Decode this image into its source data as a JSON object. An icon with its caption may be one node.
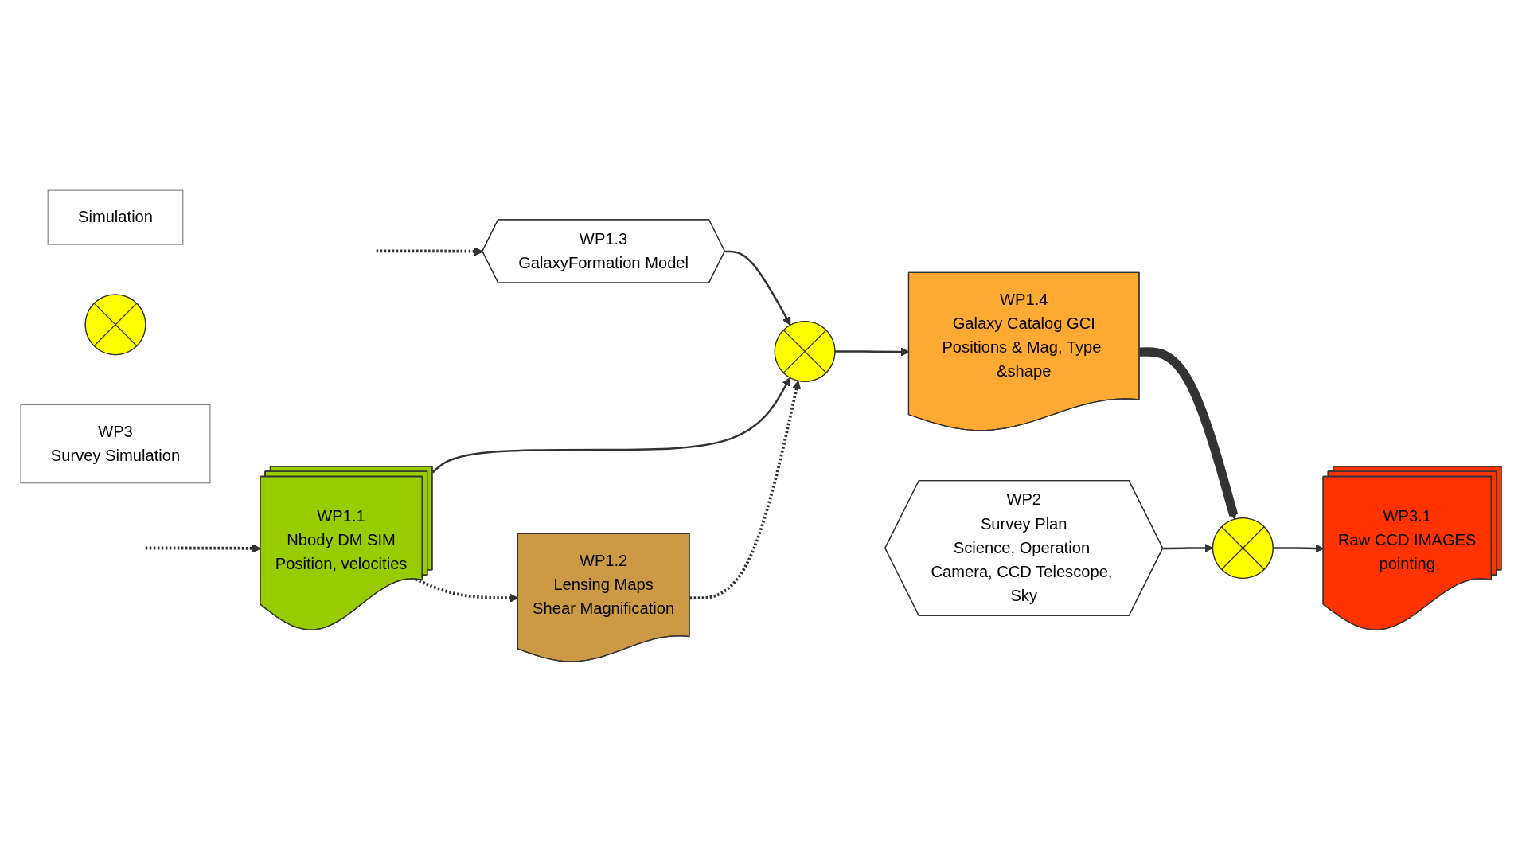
{
  "diagram": {
    "nodes": [
      {
        "text": [
          "Simulation"
        ]
      },
      {
        "text": [],
        "shape": "circle"
      },
      {
        "text": [
          "WP1.3",
          "GalaxyFormation Model"
        ]
      },
      {
        "text": [
          "WP2",
          "Survey Plan",
          "Science, Operation Camera, CCD Telescope, Sky"
        ]
      },
      {
        "text": [
          "WP1.4",
          "Galaxy Catalog GCI",
          "Positions & Mag, Type &shape"
        ]
      },
      {
        "text": [
          "WP1.1",
          "Nbody DM SIM",
          "Position, velocities"
        ]
      },
      {
        "text": [],
        "shape": "circle"
      },
      {
        "text": [],
        "shape": "circle"
      },
      {
        "text": [
          "WP3",
          "Survey Simulation"
        ]
      },
      {
        "text": [
          "WP3.1",
          "Raw CCD IMAGES",
          "pointing"
        ]
      },
      {
        "text": [
          "WP1.2",
          "Lensing Maps",
          "Shear Magnification"
        ]
      }
    ],
    "edges": [
      {
        "from": null,
        "to": 5,
        "arrow": "to",
        "style": "dashed"
      },
      {
        "from": null,
        "to": 2,
        "arrow": "to",
        "style": "dashed"
      },
      {
        "from": 2,
        "to": 6,
        "arrow": "to"
      },
      {
        "from": 5,
        "to": 6,
        "arrow": "to"
      },
      {
        "from": 10,
        "to": 6,
        "arrow": "to",
        "style": "dashed"
      },
      {
        "from": 5,
        "to": 10,
        "arrow": "to",
        "style": "dashed"
      },
      {
        "from": 6,
        "to": 4,
        "arrow": "to"
      },
      {
        "from": 4,
        "to": 7,
        "arrow": "to",
        "style": "thick"
      },
      {
        "from": 3,
        "to": 7,
        "arrow": "to"
      },
      {
        "from": 7,
        "to": 9,
        "arrow": "to"
      }
    ]
  }
}
